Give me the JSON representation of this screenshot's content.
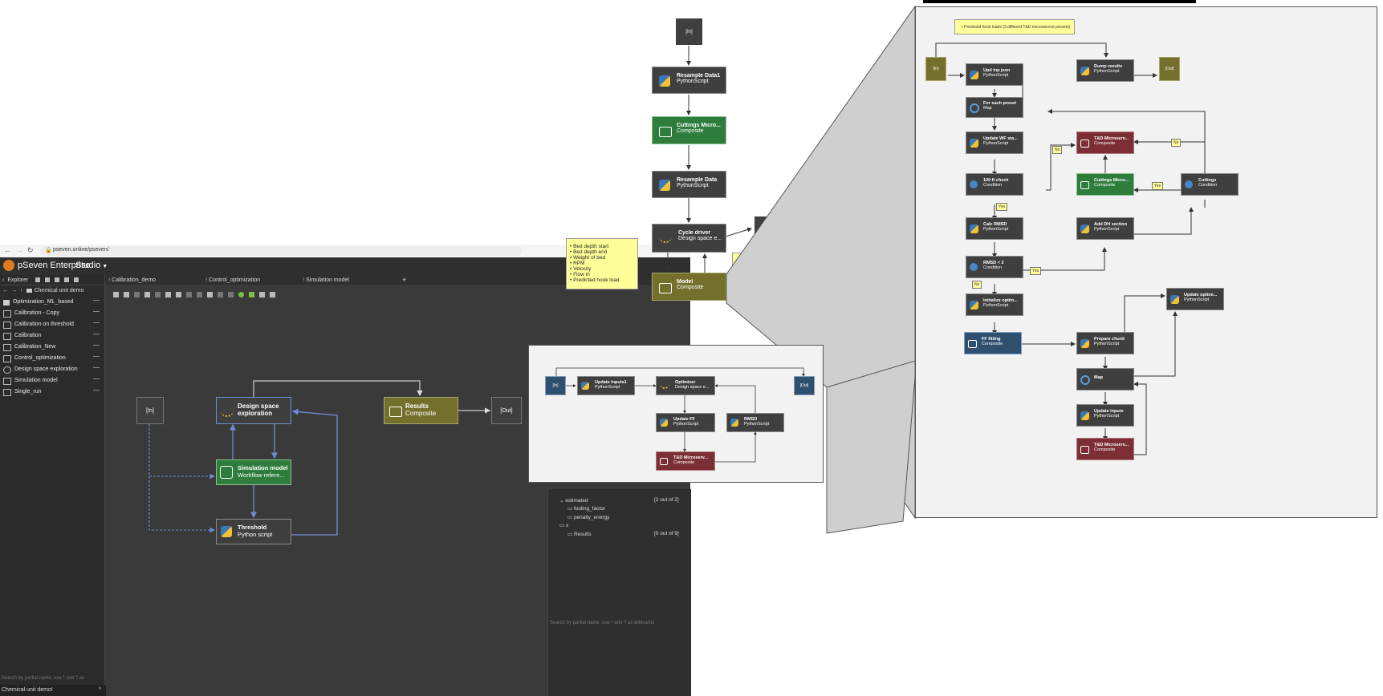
{
  "browser": {
    "url": "pseven.online/pseven/",
    "back_icon": "arrow-left-icon",
    "forward_icon": "arrow-right-icon",
    "reload_icon": "reload-icon"
  },
  "app": {
    "brand": "pSeven Enterprise",
    "mode": "Studio"
  },
  "explorer": {
    "title": "Explorer",
    "path": "Chemical unit demo",
    "items": [
      {
        "label": "Optimization_ML_based",
        "icon": "folder-icon"
      },
      {
        "label": "Calibration - Copy",
        "icon": "workflow-icon"
      },
      {
        "label": "Calibration on threshold",
        "icon": "workflow-icon"
      },
      {
        "label": "Calibration",
        "icon": "workflow-icon"
      },
      {
        "label": "Calibration_New",
        "icon": "workflow-icon"
      },
      {
        "label": "Control_optimization",
        "icon": "workflow-icon"
      },
      {
        "label": "Design space exploration",
        "icon": "gears-icon"
      },
      {
        "label": "Simulation model",
        "icon": "workflow-icon"
      },
      {
        "label": "Single_run",
        "icon": "workflow-icon"
      }
    ],
    "search_placeholder": "Search by partial name, use * and ? as wildcards",
    "footer": "Chemical unit demo!"
  },
  "tabs": [
    {
      "label": "Calibration_demo"
    },
    {
      "label": "Control_optimization"
    },
    {
      "label": "Simulation model"
    }
  ],
  "main_workflow": {
    "in": "[In]",
    "out": "[Out]",
    "dse": {
      "title": "Design space exploration",
      "sub": ""
    },
    "results": {
      "title": "Results",
      "sub": "Composite"
    },
    "sim": {
      "title": "Simulation model",
      "sub": "Workflow refere..."
    },
    "threshold": {
      "title": "Threshold",
      "sub": "Python script"
    }
  },
  "right_panel": {
    "row1": "estimated",
    "row1_count": "[2 out of 2]",
    "row2": "fouling_factor",
    "row3": "penalty_energy",
    "row4": "x",
    "row5": "Results",
    "row5_count": "[0 out of 9]",
    "search_placeholder": "Search by partial name, use * and ? as wildcards"
  },
  "middle_flow": {
    "in": "[In]",
    "resample1": {
      "title": "Resample Data1",
      "sub": "PythonScript"
    },
    "cuttings": {
      "title": "Cuttings Micro...",
      "sub": "Composite"
    },
    "resample": {
      "title": "Resample Data",
      "sub": "PythonScript"
    },
    "cycle": {
      "title": "Cycle driver",
      "sub": "Design space e..."
    },
    "model": {
      "title": "Model",
      "sub": "Composite"
    },
    "note": [
      "Bed depth start",
      "Bed depth end",
      "Weight of bed",
      "RPM",
      "Velocity",
      "Flow in",
      "Predicted hook load"
    ]
  },
  "zoom_right": {
    "note": "Predicted hook loads (3 different T&D microservice presets)",
    "in": "[In]",
    "out": "[Out]",
    "upd_inp": {
      "title": "Upd inp json",
      "sub": "PythonScript"
    },
    "dump": {
      "title": "Dump results",
      "sub": "PythonScript"
    },
    "foreach": {
      "title": "For each preset",
      "sub": "Map"
    },
    "upwf": {
      "title": "Update WF sta...",
      "sub": "PythonScript"
    },
    "td1": {
      "title": "T&D Microserv...",
      "sub": "Composite"
    },
    "check": {
      "title": "100 ft check",
      "sub": "Condition"
    },
    "cuttings_m": {
      "title": "Cuttings Micro...",
      "sub": "Composite"
    },
    "cuttings_c": {
      "title": "Cuttings",
      "sub": "Condition"
    },
    "calc": {
      "title": "Calc RMSD",
      "sub": "PythonScript"
    },
    "add_dh": {
      "title": "Add DH section",
      "sub": "PythonScript"
    },
    "rmsd2": {
      "title": "RMSD < 2",
      "sub": "Condition"
    },
    "init": {
      "title": "Initialize optim...",
      "sub": "PythonScript"
    },
    "upd_opt": {
      "title": "Update optimi...",
      "sub": "PythonScript"
    },
    "ff": {
      "title": "FF fitting",
      "sub": "Composite"
    },
    "prepare": {
      "title": "Prepare chunk",
      "sub": "PythonScript"
    },
    "map": {
      "title": "Map",
      "sub": ""
    },
    "upd_inputs": {
      "title": "Update inputs",
      "sub": "PythonScript"
    },
    "td2": {
      "title": "T&D Microserv...",
      "sub": "Composite"
    },
    "yes": "Yes",
    "no": "No"
  },
  "zoom_bottom": {
    "in": "[In]",
    "out": "[Out]",
    "upd_inputs1": {
      "title": "Update inputs1",
      "sub": "PythonScript"
    },
    "optimizer": {
      "title": "Optimizer",
      "sub": "Design space e..."
    },
    "update_ff": {
      "title": "Update FF",
      "sub": "PythonScript"
    },
    "rmsd": {
      "title": "RMSD",
      "sub": "PythonScript"
    },
    "td": {
      "title": "T&D Microserv...",
      "sub": "Composite"
    }
  },
  "colors": {
    "canvas": "#3a3a3a",
    "sidebar": "#2b2b2b",
    "zoom_canvas": "#f2f2f2",
    "accent_link": "#6f8ed6",
    "python_node": "#3f3f3f",
    "composite_green": "#2e7d3d",
    "composite_olive": "#74702c",
    "composite_red": "#7b2e34",
    "composite_blue": "#2e4f6e"
  }
}
